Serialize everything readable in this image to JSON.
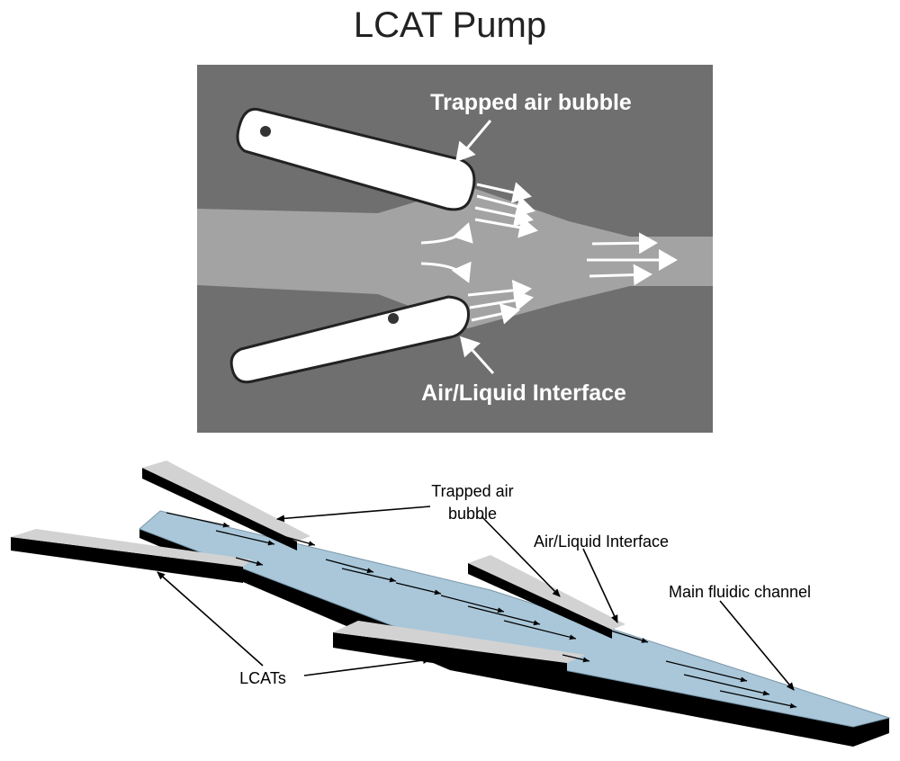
{
  "title": "LCAT Pump",
  "micrograph": {
    "label_top": "Trapped air bubble",
    "label_bottom": "Air/Liquid Interface"
  },
  "schematic": {
    "label_bubble_line1": "Trapped air",
    "label_bubble_line2": "bubble",
    "label_interface": "Air/Liquid Interface",
    "label_channel": "Main fluidic channel",
    "label_lcats": "LCATs"
  },
  "colors": {
    "micrograph_bg": "#6f6f6f",
    "liquid": "#a3a3a3",
    "bubble": "#ffffff",
    "channel_top": "#a9c7d9",
    "channel_side": "#000000",
    "lcat_top": "#d2d2d2"
  }
}
